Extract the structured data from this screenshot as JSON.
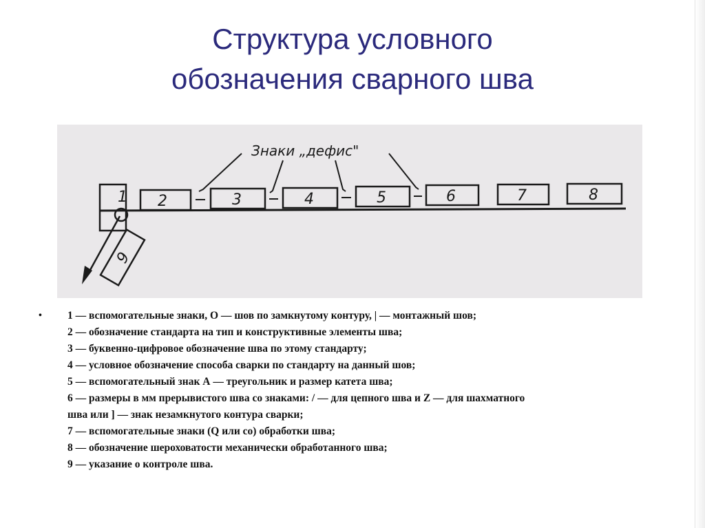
{
  "slide": {
    "title_line1": "Структура условного",
    "title_line2": "обозначения сварного шва",
    "title_color": "#2b2a7c"
  },
  "diagram": {
    "background": "#eae8ea",
    "caption": "Знаки „дефис\"",
    "boxes": [
      "1",
      "2",
      "3",
      "4",
      "5",
      "6",
      "7",
      "8"
    ],
    "leader_label": "9"
  },
  "legend": {
    "bullet": "•",
    "lines": [
      "1 — вспомогательные знаки, О — шов по замкнутому контуру, | — монтажный шов;",
      "2 — обозначение стандарта на тип и конструктивные элементы шва;",
      "3 — буквенно-цифровое обозначение шва по этому стандарту;",
      "4 — условное обозначение способа сварки по стандарту на данный шов;",
      "5 — вспомогательный знак А — треугольник и размер катета шва;",
      "6 — размеры в мм прерывистого шва со знаками: / — для цепного шва и Z — для шахматного",
      "шва или ] — знак незамкнутого контура сварки;",
      "7 — вспомогательные знаки (Q или со) обработки шва;",
      "8 — обозначение шероховатости механически обработанного шва;",
      "9 — указание о контроле шва."
    ]
  }
}
